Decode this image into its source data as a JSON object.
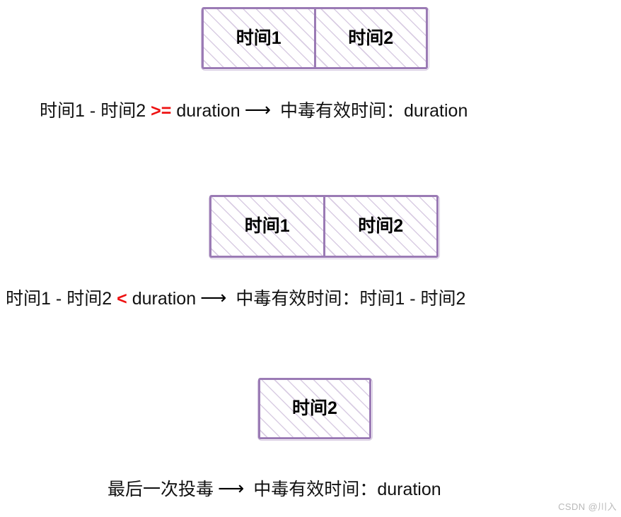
{
  "diagram": {
    "title": "poison-duration-rules",
    "background_color": "#ffffff",
    "box_border_color": "#9b7bb5",
    "hatch_color": "#9b7bb5",
    "operator_color": "#ee1111",
    "text_color": "#111111"
  },
  "sections": [
    {
      "id": "case-ge-duration",
      "box": {
        "cells": [
          {
            "label": "时间1"
          },
          {
            "label": "时间2"
          }
        ]
      },
      "formula": {
        "lhs_a": "时间1",
        "minus": "-",
        "lhs_b": "时间2",
        "operator": ">=",
        "rhs": "duration",
        "arrow": "⟶",
        "result_label": "中毒有效时间：",
        "result_value": "duration"
      }
    },
    {
      "id": "case-lt-duration",
      "box": {
        "cells": [
          {
            "label": "时间1"
          },
          {
            "label": "时间2"
          }
        ]
      },
      "formula": {
        "lhs_a": "时间1",
        "minus": "-",
        "lhs_b": "时间2",
        "operator": "<",
        "rhs": "duration",
        "arrow": "⟶",
        "result_label": "中毒有效时间：",
        "result_value": "时间1 - 时间2"
      }
    },
    {
      "id": "case-last-poison",
      "box": {
        "cells": [
          {
            "label": "时间2"
          }
        ]
      },
      "formula": {
        "condition": "最后一次投毒",
        "arrow": "⟶",
        "result_label": "中毒有效时间：",
        "result_value": "duration"
      }
    }
  ],
  "watermark": {
    "text": "CSDN @川入"
  }
}
